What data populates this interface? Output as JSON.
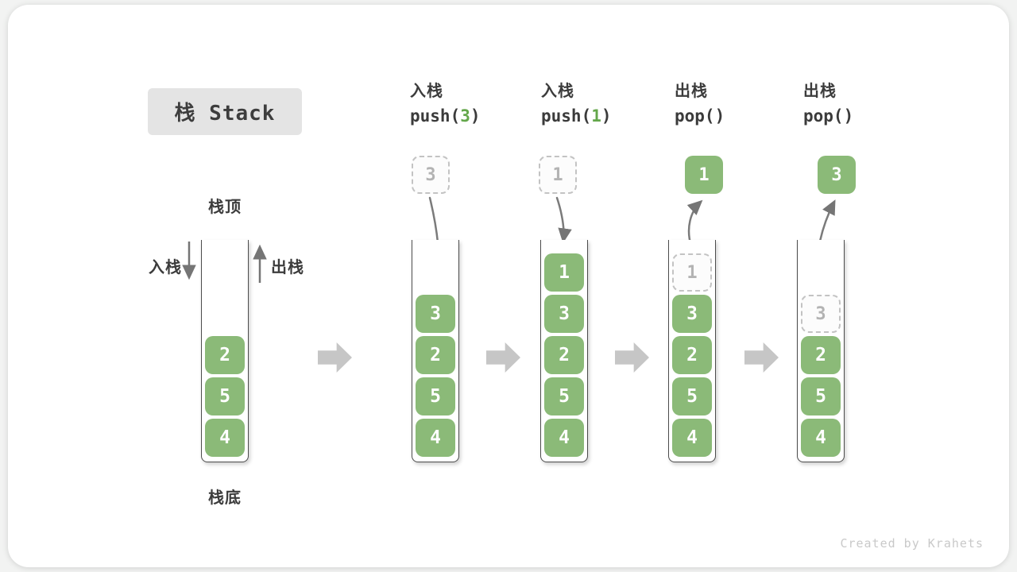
{
  "title": "栈 Stack",
  "legend": {
    "stack_top": "栈顶",
    "stack_bottom": "栈底",
    "push": "入栈",
    "pop": "出栈"
  },
  "footer": {
    "watermark": "Created by Krahets"
  },
  "colors": {
    "block_green": "#8bba78",
    "code_number_green": "#64a74b",
    "text_dark": "#3c3c3c",
    "arrow_gray": "#7b7b7b",
    "step_arrow_gray": "#c6c6c6",
    "ghost_border": "#c3c3c3",
    "ghost_text": "#b3b3b3"
  },
  "columns": [
    {
      "name": "state-initial",
      "header": null,
      "top_cell": null,
      "flow_arrow": null,
      "cells": [
        {
          "value": "2",
          "slot": 2,
          "ghost": false
        },
        {
          "value": "5",
          "slot": 3,
          "ghost": false
        },
        {
          "value": "4",
          "slot": 4,
          "ghost": false
        }
      ]
    },
    {
      "name": "state-push-3",
      "header": {
        "cn": "入栈",
        "code_pre": "push(",
        "code_num": "3",
        "code_post": ")"
      },
      "top_cell": {
        "value": "3",
        "ghost": true
      },
      "flow_arrow": "push",
      "cells": [
        {
          "value": "3",
          "slot": 1,
          "ghost": false
        },
        {
          "value": "2",
          "slot": 2,
          "ghost": false
        },
        {
          "value": "5",
          "slot": 3,
          "ghost": false
        },
        {
          "value": "4",
          "slot": 4,
          "ghost": false
        }
      ]
    },
    {
      "name": "state-push-1",
      "header": {
        "cn": "入栈",
        "code_pre": "push(",
        "code_num": "1",
        "code_post": ")"
      },
      "top_cell": {
        "value": "1",
        "ghost": true
      },
      "flow_arrow": "push",
      "cells": [
        {
          "value": "1",
          "slot": 0,
          "ghost": false
        },
        {
          "value": "3",
          "slot": 1,
          "ghost": false
        },
        {
          "value": "2",
          "slot": 2,
          "ghost": false
        },
        {
          "value": "5",
          "slot": 3,
          "ghost": false
        },
        {
          "value": "4",
          "slot": 4,
          "ghost": false
        }
      ]
    },
    {
      "name": "state-pop-1",
      "header": {
        "cn": "出栈",
        "code_pre": "pop()",
        "code_num": "",
        "code_post": ""
      },
      "top_cell": {
        "value": "1",
        "ghost": false
      },
      "flow_arrow": "pop",
      "cells": [
        {
          "value": "1",
          "slot": 0,
          "ghost": true
        },
        {
          "value": "3",
          "slot": 1,
          "ghost": false
        },
        {
          "value": "2",
          "slot": 2,
          "ghost": false
        },
        {
          "value": "5",
          "slot": 3,
          "ghost": false
        },
        {
          "value": "4",
          "slot": 4,
          "ghost": false
        }
      ]
    },
    {
      "name": "state-pop-3",
      "header": {
        "cn": "出栈",
        "code_pre": "pop()",
        "code_num": "",
        "code_post": ""
      },
      "top_cell": {
        "value": "3",
        "ghost": false
      },
      "flow_arrow": "pop",
      "cells": [
        {
          "value": "3",
          "slot": 1,
          "ghost": true
        },
        {
          "value": "2",
          "slot": 2,
          "ghost": false
        },
        {
          "value": "5",
          "slot": 3,
          "ghost": false
        },
        {
          "value": "4",
          "slot": 4,
          "ghost": false
        }
      ]
    }
  ]
}
